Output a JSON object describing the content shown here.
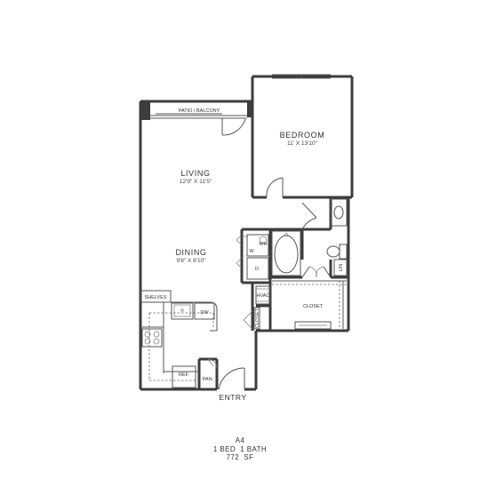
{
  "rooms": {
    "patio": {
      "label": "PATIO / BALCONY"
    },
    "bedroom": {
      "label": "BEDROOM",
      "dims": "11' X 13'10\""
    },
    "living": {
      "label": "LIVING",
      "dims": "12'9\" X 11'5\""
    },
    "dining": {
      "label": "DINING",
      "dims": "9'8\" X 8'10\""
    },
    "closet": {
      "label": "CLOSET"
    }
  },
  "fixtures": {
    "wh": "WH",
    "w": "W",
    "d": "D",
    "hvac": "HVAC",
    "closet_small": "CLOSET",
    "lin": "LIN",
    "shelves": "SHELVES",
    "dw": "DW",
    "ref": "REF.",
    "pan": "PAN."
  },
  "entry_label": "ENTRY",
  "unit": {
    "name": "A4",
    "beds_baths": "1 BED  1 BATH",
    "area": "772  SF"
  }
}
